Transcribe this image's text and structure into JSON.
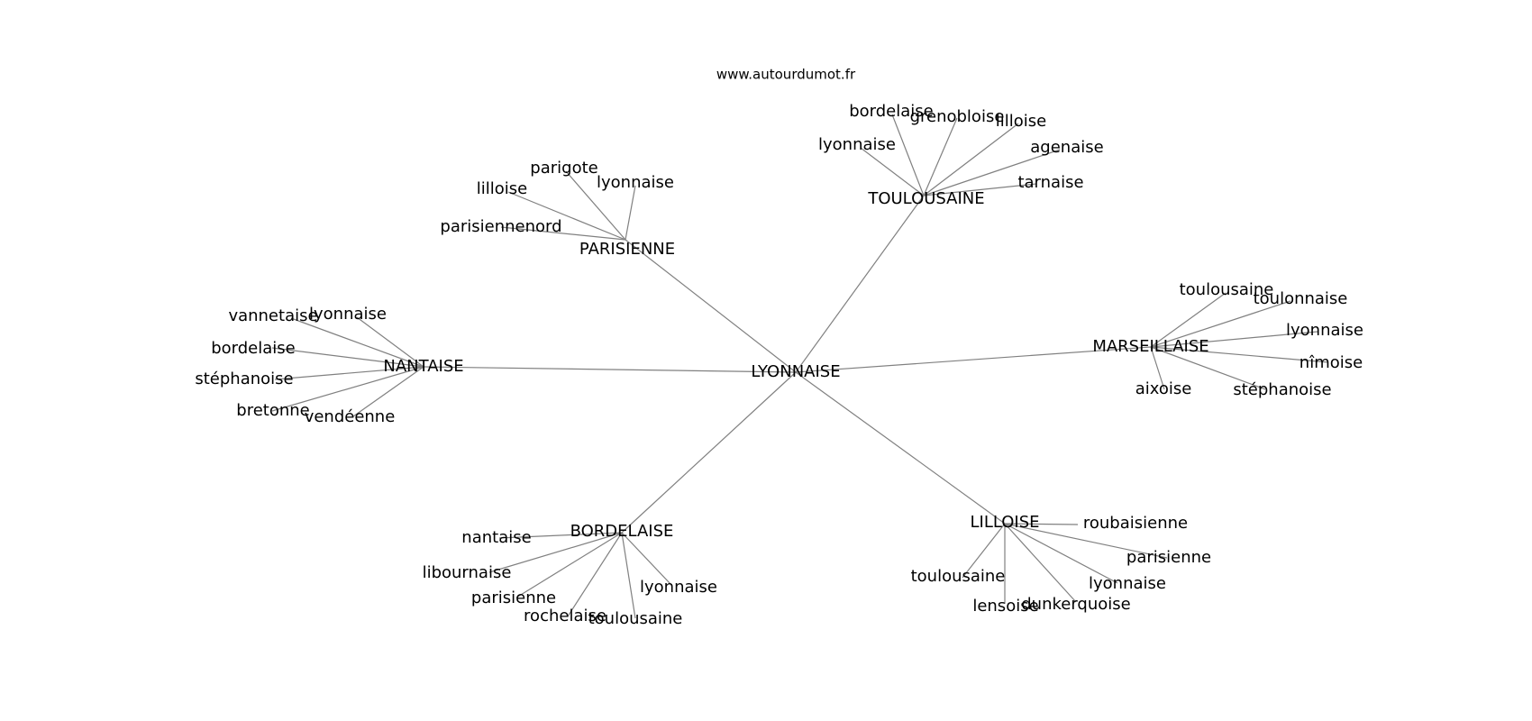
{
  "source": "www.autourdumot.fr",
  "colors": {
    "edge": "#808080",
    "text": "#000000",
    "background": "#ffffff"
  },
  "center": "LYONNAISE",
  "hubs": [
    {
      "label": "PARISIENNE",
      "children": [
        "parigote",
        "lyonnaise",
        "lilloise",
        "parisiennenord"
      ]
    },
    {
      "label": "TOULOUSAINE",
      "children": [
        "bordelaise",
        "grenobloise",
        "lilloise",
        "lyonnaise",
        "agenaise",
        "tarnaise"
      ]
    },
    {
      "label": "NANTAISE",
      "children": [
        "vannetaise",
        "lyonnaise",
        "bordelaise",
        "stéphanoise",
        "bretonne",
        "vendéenne"
      ]
    },
    {
      "label": "MARSEILLAISE",
      "children": [
        "toulousaine",
        "toulonnaise",
        "lyonnaise",
        "nîmoise",
        "aixoise",
        "stéphanoise"
      ]
    },
    {
      "label": "BORDELAISE",
      "children": [
        "nantaise",
        "libournaise",
        "parisienne",
        "lyonnaise",
        "rochelaise",
        "toulousaine"
      ]
    },
    {
      "label": "LILLOISE",
      "children": [
        "roubaisienne",
        "parisienne",
        "toulousaine",
        "lyonnaise",
        "lensoise",
        "dunkerquoise"
      ]
    }
  ]
}
